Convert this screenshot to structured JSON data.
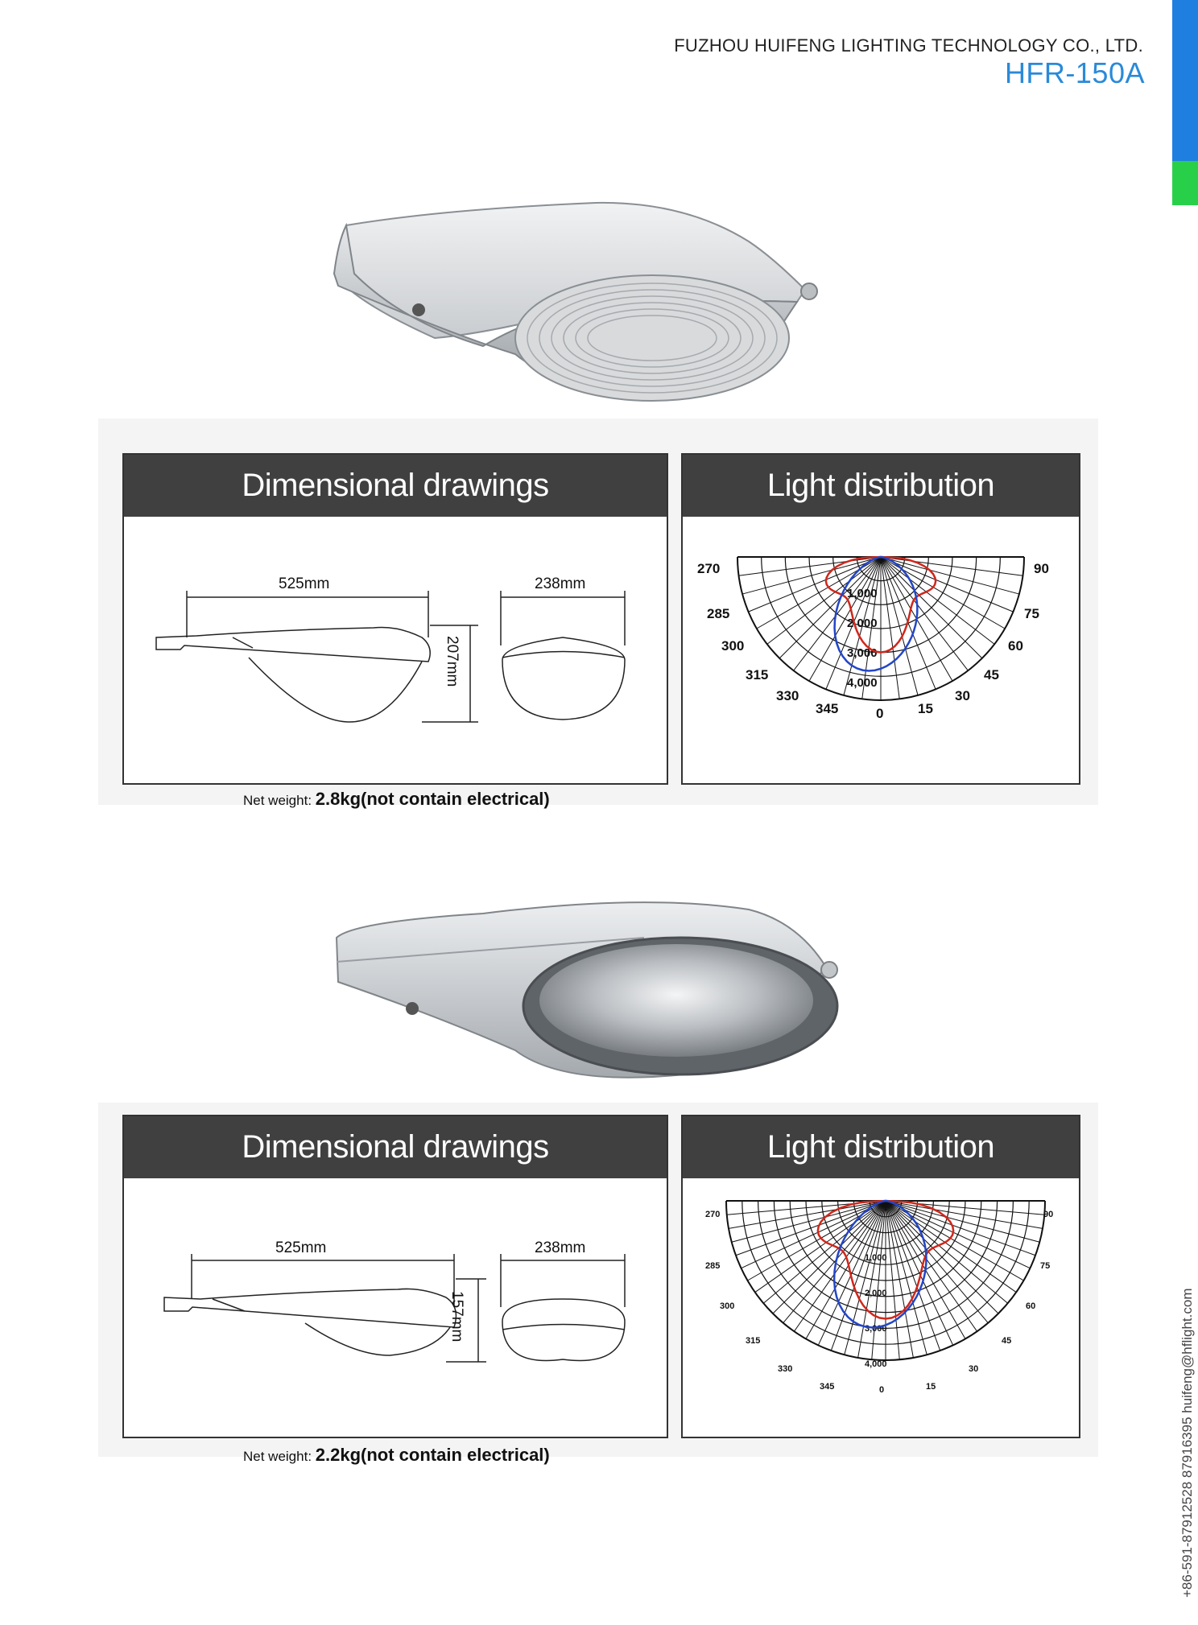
{
  "header": {
    "company": "FUZHOU HUIFENG LIGHTING TECHNOLOGY CO., LTD.",
    "model": "HFR-150A"
  },
  "accent_colors": {
    "blue": "#1e7fe0",
    "green": "#28d04a",
    "model_text": "#2a8ad8"
  },
  "products": [
    {
      "image_icon": "street-lamp-prismatic-lens",
      "dimensional_title": "Dimensional drawings",
      "distribution_title": "Light distribution",
      "length": "525mm",
      "width": "238mm",
      "height": "207mm",
      "weight_label": "Net weight:",
      "weight_value": "2.8kg(not contain electrical)",
      "angles_left": [
        "270",
        "285",
        "300",
        "315",
        "330",
        "345"
      ],
      "angles_right": [
        "90",
        "75",
        "60",
        "45",
        "30",
        "15"
      ],
      "angle_zero": "0",
      "radial_labels": [
        "1,000",
        "2,000",
        "3,000",
        "4,000"
      ]
    },
    {
      "image_icon": "street-lamp-clear-glass",
      "dimensional_title": "Dimensional drawings",
      "distribution_title": "Light distribution",
      "length": "525mm",
      "width": "238mm",
      "height": "157mm",
      "weight_label": "Net weight:",
      "weight_value": "2.2kg(not contain electrical)",
      "angles_left": [
        "270",
        "285",
        "300",
        "315",
        "330",
        "345"
      ],
      "angles_right": [
        "90",
        "75",
        "60",
        "45",
        "30",
        "15"
      ],
      "angle_zero": "0",
      "radial_labels": [
        "1,000",
        "2,000",
        "3,000",
        "4,000"
      ]
    }
  ],
  "contact": "+86-591-87912528   87916395   huifeng@hflight.com"
}
